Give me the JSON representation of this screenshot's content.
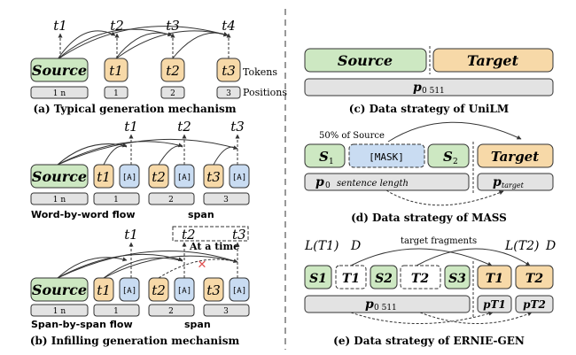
{
  "colors": {
    "green": "#cde8c2",
    "orange": "#f7d9a8",
    "blue": "#c9dcf2",
    "gray": "#e3e3e3",
    "stroke": "#333333",
    "cross": "#e05050"
  },
  "panel_a": {
    "caption": "(a) Typical generation mechanism",
    "source": "Source",
    "tokens": [
      "t1",
      "t2",
      "t3"
    ],
    "top_labels": [
      "t1",
      "t2",
      "t3",
      "t4"
    ],
    "pos_source": "1  n",
    "positions": [
      "1",
      "2",
      "3"
    ],
    "tokens_label": "Tokens",
    "positions_label": "Positions"
  },
  "panel_b": {
    "caption": "(b) Infilling generation mechanism",
    "source": "Source",
    "mask": "[A]",
    "tokens": [
      "t1",
      "t2",
      "t3"
    ],
    "word_flow_label": "Word-by-word flow",
    "span_flow_label": "Span-by-span flow",
    "span_label": "span",
    "at_a_time": "At a time",
    "pos_source": "1  n",
    "positions": [
      "1",
      "2",
      "3"
    ],
    "top_labels": [
      "t1",
      "t2",
      "t3"
    ]
  },
  "panel_c": {
    "caption": "(c) Data strategy of UniLM",
    "source": "Source",
    "target": "Target",
    "pos": "p",
    "pos_range": "0  511"
  },
  "panel_d": {
    "caption": "(d) Data strategy of MASS",
    "fifty": "50% of Source",
    "s1": "S",
    "s2": "S",
    "mask": "[MASK]",
    "target": "Target",
    "pos": "p",
    "pos_sub": "0",
    "sentence_length": "sentence length",
    "p_target": "p",
    "target_sub": "target"
  },
  "panel_e": {
    "caption": "(e) Data strategy of ERNIE-GEN",
    "target_fragments": "target fragments",
    "l_t1": "L(T1)",
    "l_t2": "L(T2)",
    "d_label": "D",
    "s_labels": [
      "S1",
      "S2",
      "S3"
    ],
    "t_labels": [
      "T1",
      "T2"
    ],
    "pos": "p",
    "pos_range": "0  511",
    "p_t1": "pT1",
    "p_t2": "pT2"
  }
}
